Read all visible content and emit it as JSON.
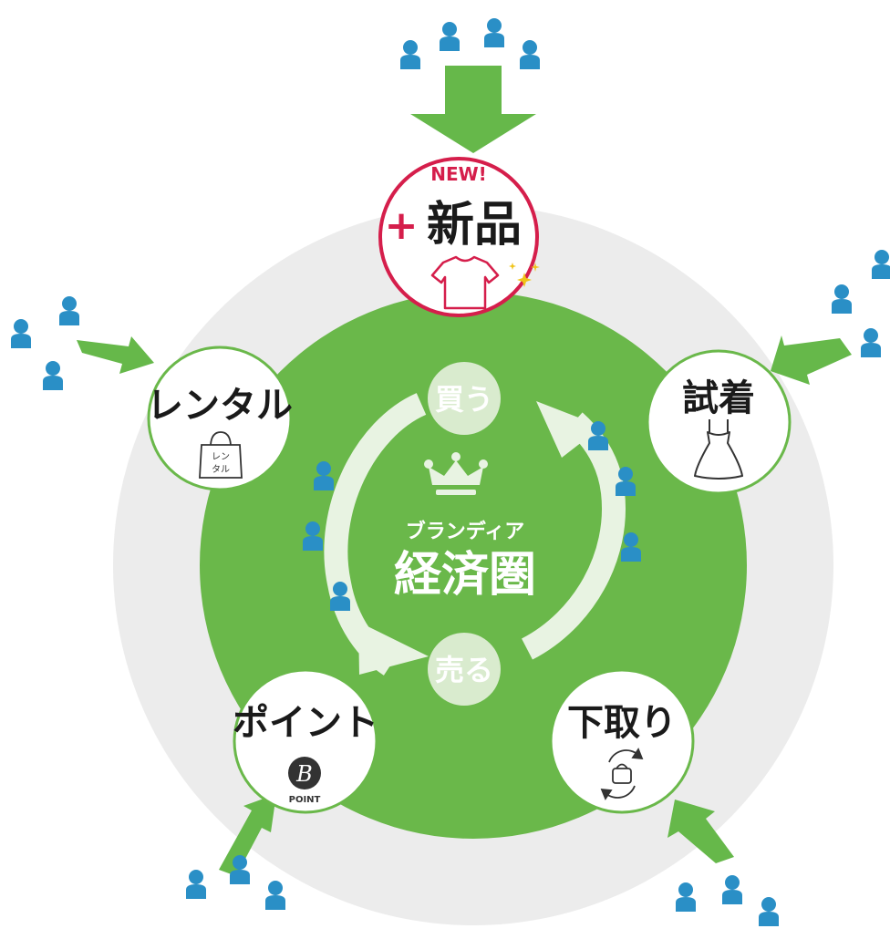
{
  "colors": {
    "outer_ring": "#ececec",
    "inner_circle": "#6ab84a",
    "arrow_green": "#66b84a",
    "cycle_arrow": "#e8f3e2",
    "action_bubble": "#d9ebce",
    "person_head": "#43b0df",
    "person_body": "#2a8fc6",
    "accent_red": "#d51e4b",
    "node_border": "#6ab84a",
    "icon_dark": "#333333",
    "sparkle": "#f0c419"
  },
  "center": {
    "subtitle": "ブランディア",
    "title": "経済圏",
    "crown_icon": "crown-icon"
  },
  "cycle": {
    "buy": "買う",
    "sell": "売る"
  },
  "nodes": {
    "new_item": {
      "badge": "NEW!",
      "plus": "+",
      "label": "新品",
      "icon": "tshirt-icon"
    },
    "try_on": {
      "label": "試着",
      "icon": "dress-icon"
    },
    "trade_in": {
      "label": "下取り",
      "icon": "bag-cycle-icon"
    },
    "point": {
      "label": "ポイント",
      "icon": "b-point-icon",
      "icon_letter": "B",
      "icon_caption": "POINT"
    },
    "rental": {
      "label": "レンタル",
      "icon": "rental-bag-icon",
      "icon_text_top": "レン",
      "icon_text_bottom": "タル"
    }
  }
}
